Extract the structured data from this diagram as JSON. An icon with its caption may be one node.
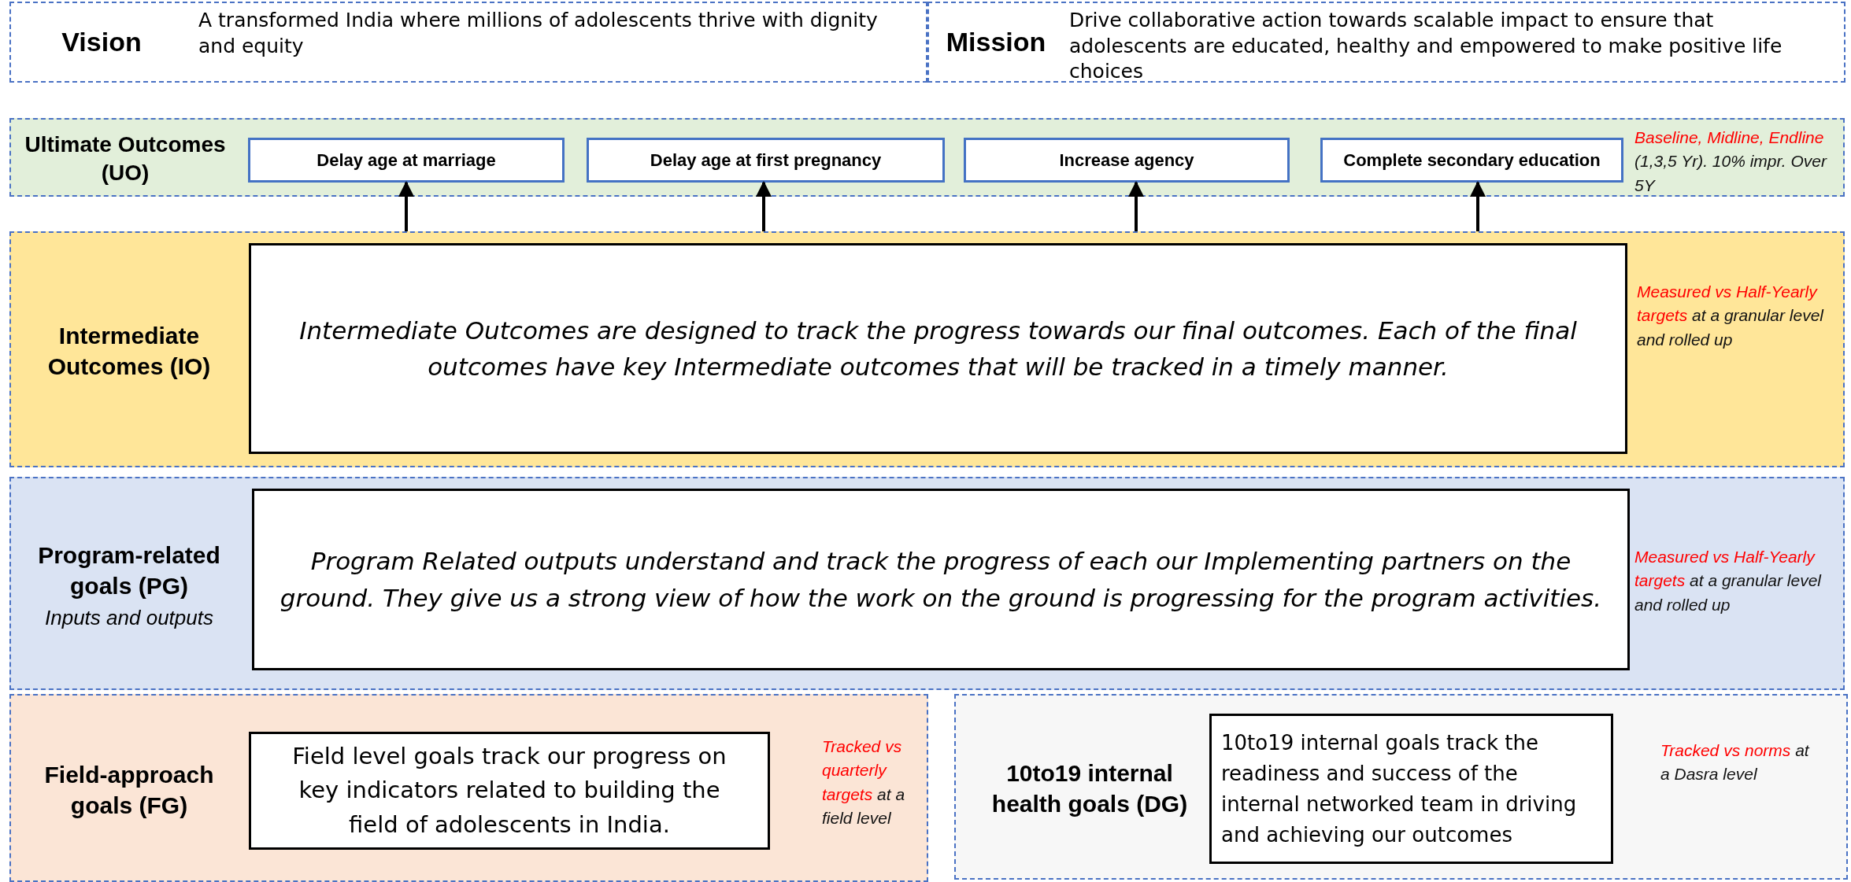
{
  "diagram": {
    "nodes": [
      {
        "text": [
          "Vision",
          "A transformed India where millions of adolescents thrive with dignity and equity"
        ]
      },
      {
        "text": [
          "Mission",
          "Drive collaborative action towards scalable impact to ensure that adolescents are educated, healthy and empowered to make positive life choices"
        ]
      },
      {
        "text": [
          "Ultimate Outcomes (UO)",
          "Baseline, Midline, Endline",
          "(1,3,5 Yr). 10% impr. Over 5Y"
        ]
      },
      {
        "text": [
          "Delay age at marriage"
        ],
        "in": 2
      },
      {
        "text": [
          "Delay age at first pregnancy"
        ],
        "in": 2
      },
      {
        "text": [
          "Increase agency"
        ],
        "in": 2
      },
      {
        "text": [
          "Complete secondary education"
        ],
        "in": 2
      },
      {
        "text": [
          "Intermediate Outcomes (IO)",
          "Measured vs Half-Yearly targets",
          "at a granular level and rolled up"
        ]
      },
      {
        "text": [
          "Intermediate Outcomes are designed to track the progress towards our final outcomes. Each of the final outcomes have key Intermediate outcomes that will be tracked in a timely manner."
        ],
        "in": 7
      },
      {
        "text": [
          "Program-related goals (PG)",
          "Inputs and outputs",
          "Measured vs Half-Yearly targets",
          "at a granular level and rolled up"
        ]
      },
      {
        "text": [
          "Program Related outputs understand and track the progress of each our Implementing partners on the ground. They give us a strong view of how the work on the ground is progressing for the program activities."
        ],
        "in": 9
      },
      {
        "text": [
          "Field-approach goals (FG)",
          "Tracked vs quarterly targets",
          "at a field level"
        ]
      },
      {
        "text": [
          "Field level goals track our progress on key indicators related to building the field of adolescents in India."
        ],
        "in": 11
      },
      {
        "text": [
          "10to19 internal health goals (DG)",
          "Tracked vs norms",
          "at a Dasra level"
        ]
      },
      {
        "text": [
          "10to19 internal goals track the readiness and success of the internal networked team in driving and achieving our outcomes"
        ],
        "in": 13
      }
    ],
    "edges": [
      {
        "from": 7,
        "to": 3,
        "arrow": "to"
      },
      {
        "from": 7,
        "to": 4,
        "arrow": "to"
      },
      {
        "from": 7,
        "to": 5,
        "arrow": "to"
      },
      {
        "from": 7,
        "to": 6,
        "arrow": "to"
      }
    ]
  }
}
